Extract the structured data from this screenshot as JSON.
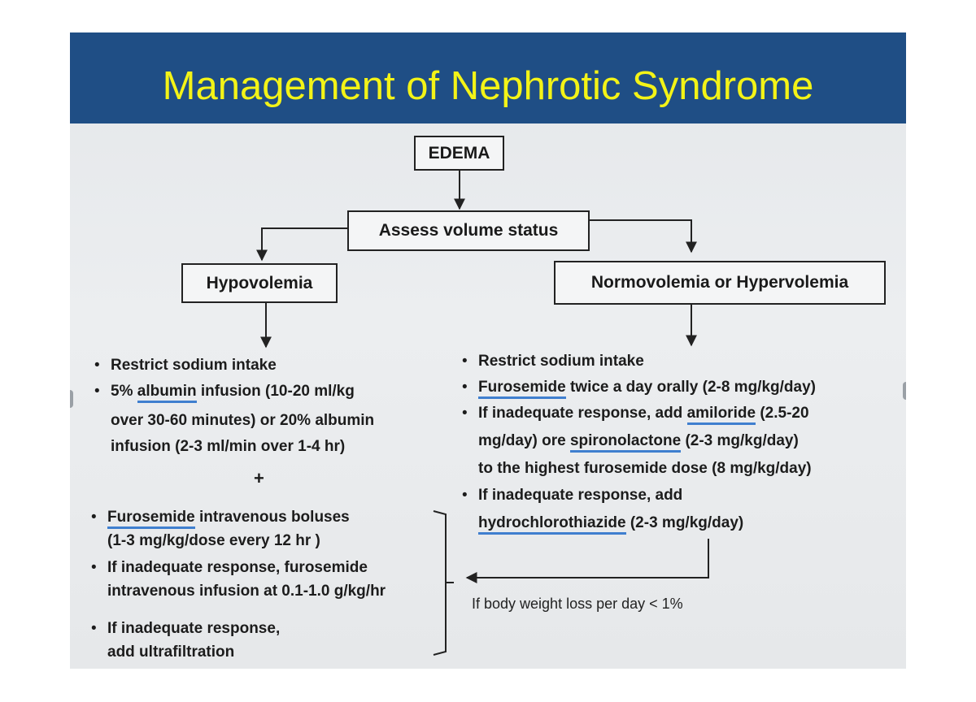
{
  "title": "Management of Nephrotic Syndrome",
  "nodes": {
    "edema": "EDEMA",
    "assess": "Assess volume status",
    "hypo": "Hypovolemia",
    "normo": "Normovolemia or Hypervolemia"
  },
  "hypo_block": {
    "b1": "Restrict sodium intake",
    "b2_pre": "5% ",
    "b2_u": "albumin",
    "b2_post": " infusion (10-20 ml/kg",
    "b2_l2": "over 30-60 minutes)  or  20% albumin",
    "b2_l3": "infusion (2-3 ml/min over 1-4 hr)",
    "plus": "+"
  },
  "diuretic_block": {
    "b1_u": "Furosemide",
    "b1_post": " intravenous boluses",
    "b1_l2": "(1-3 mg/kg/dose every 12 hr )",
    "b2_l1": "If inadequate response, furosemide",
    "b2_l2": "intravenous infusion at 0.1-1.0 g/kg/hr",
    "b3_l1": "If inadequate response,",
    "b3_l2": "add ultrafiltration"
  },
  "normo_block": {
    "b1": "Restrict sodium intake",
    "b2_u": "Furosemide",
    "b2_post": " twice a day orally  (2-8 mg/kg/day)",
    "b3_pre": "If inadequate response,   add ",
    "b3_u": "amiloride",
    "b3_post": " (2.5-20",
    "b3_l2_pre": "mg/day) ore  ",
    "b3_l2_u": "spironolactone",
    "b3_l2_post": "  (2-3 mg/kg/day)",
    "b3_l3": "to the  highest  furosemide  dose (8 mg/kg/day)",
    "b4_l1": "If inadequate response,  add",
    "b4_l2_u": "hydrochlorothiazide",
    "b4_l2_post": " (2-3 mg/kg/day)"
  },
  "feedback_label": "If body weight loss per day < 1%",
  "colors": {
    "title_bar": "#1f4e85",
    "title_text": "#f3f317",
    "underline": "#3f7fcf"
  }
}
